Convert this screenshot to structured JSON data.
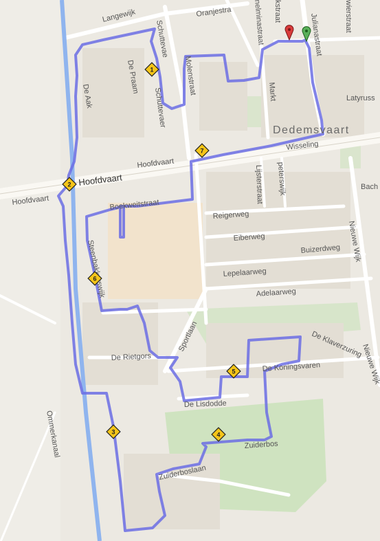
{
  "map": {
    "place": "Dedemsvaart",
    "streets": [
      {
        "id": "langewijk",
        "text": "Langewijk"
      },
      {
        "id": "oranjestraat",
        "text": "Oranjestra"
      },
      {
        "id": "schuttevaer-top",
        "text": "Schuttevae"
      },
      {
        "id": "wilhelminastraat",
        "text": "nelminastraat"
      },
      {
        "id": "kerkstraat",
        "text": "kstraat"
      },
      {
        "id": "julianastraat",
        "text": "Julianastraat"
      },
      {
        "id": "lindenstraat",
        "text": "wierstraat"
      },
      {
        "id": "de-praam",
        "text": "De Praam"
      },
      {
        "id": "de-aak",
        "text": "De Aak"
      },
      {
        "id": "molenstraat",
        "text": "Molenstraat"
      },
      {
        "id": "schuttevaer",
        "text": "Schuttevaer"
      },
      {
        "id": "markt",
        "text": "Markt"
      },
      {
        "id": "latyrus",
        "text": "Latyruss"
      },
      {
        "id": "wisseling",
        "text": "Wisseling"
      },
      {
        "id": "hoofdvaart-main",
        "text": "Hoofdvaart"
      },
      {
        "id": "hoofdvaart-2",
        "text": "Hoofdvaart"
      },
      {
        "id": "hoofdvaart-left",
        "text": "Hoofdvaart"
      },
      {
        "id": "lijsterstraat",
        "text": "Lijsterstraat"
      },
      {
        "id": "peterswijk",
        "text": "peterswijk"
      },
      {
        "id": "bach",
        "text": "Bach"
      },
      {
        "id": "boekweitstraat",
        "text": "Boekweitstraat"
      },
      {
        "id": "reigerweg",
        "text": "Reigerweg"
      },
      {
        "id": "eiberweg",
        "text": "Eiberweg"
      },
      {
        "id": "buizerdweg",
        "text": "Buizerdweg"
      },
      {
        "id": "nieuwe-wijk",
        "text": "Nieuwe Wijk"
      },
      {
        "id": "steenbakkerswijk",
        "text": "Steenbakkerswijk"
      },
      {
        "id": "lepelaarweg",
        "text": "Lepelaarweg"
      },
      {
        "id": "adelaarweg",
        "text": "Adelaarweg"
      },
      {
        "id": "sportlaan",
        "text": "Sportlaan"
      },
      {
        "id": "de-klaverzuring",
        "text": "De Klaverzuring"
      },
      {
        "id": "de-rietgors",
        "text": "De Rietgors"
      },
      {
        "id": "de-koningsvaren",
        "text": "De Koningsvaren"
      },
      {
        "id": "nieuwe-wijk-2",
        "text": "Nieuwe Wijk"
      },
      {
        "id": "de-lisdodde",
        "text": "De Lisdodde"
      },
      {
        "id": "ommerkanaal",
        "text": "Ommerkanaal"
      },
      {
        "id": "zuiderbos",
        "text": "Zuiderbos"
      },
      {
        "id": "zuiderboslaan",
        "text": "Zuiderboslaan"
      }
    ],
    "waypoints": [
      "1",
      "2",
      "3",
      "4",
      "5",
      "6",
      "7"
    ],
    "colors": {
      "background": "#ece9e2",
      "route": "#6b6de4",
      "canal": "#8fb4ee",
      "park": "#cfe3c0",
      "field": "#f2e3cc",
      "marker_start": "#5ab05a",
      "marker_end": "#d93b3b",
      "waypoint": "#f5c518"
    },
    "icons": [
      "start-marker-icon",
      "end-marker-icon",
      "waypoint-diamond-icon"
    ]
  }
}
